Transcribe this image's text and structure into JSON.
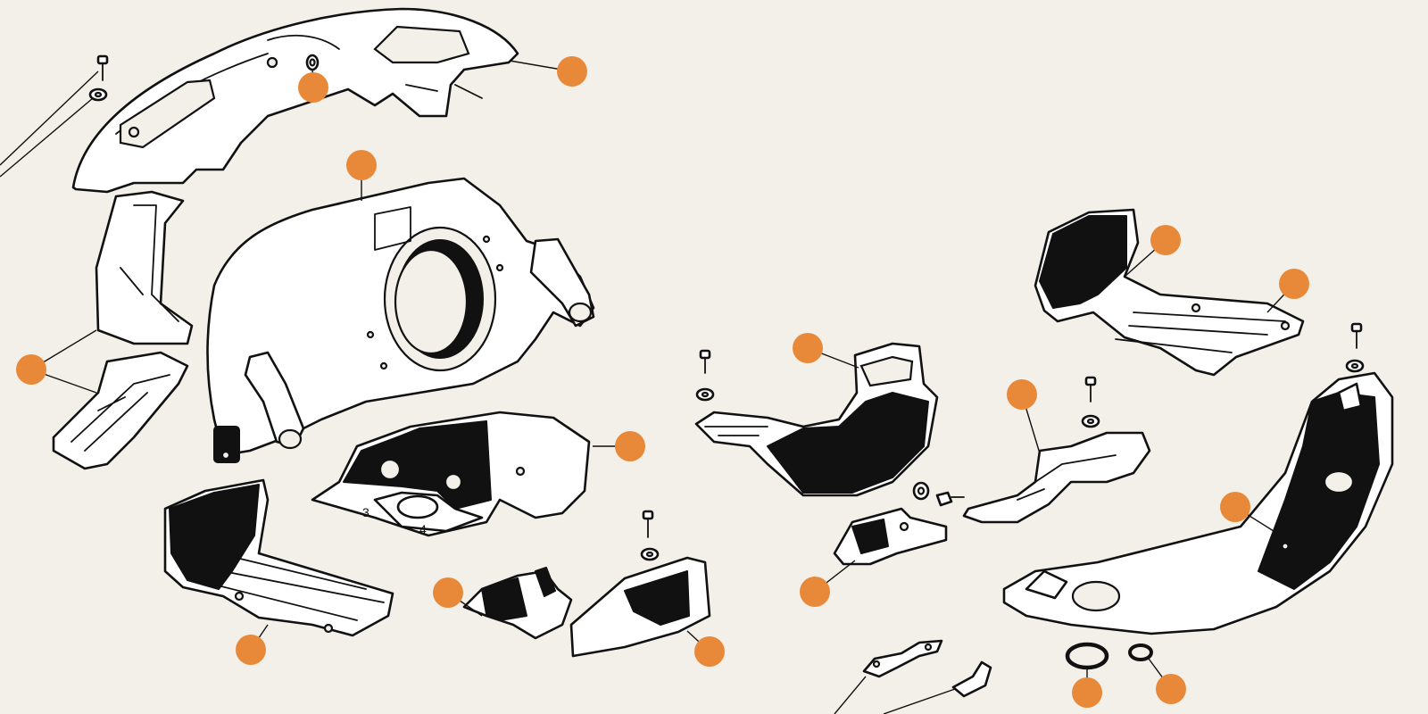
{
  "diagram": {
    "colors": {
      "background": "#f3efe9",
      "callout": "#e8893a",
      "line": "#111111",
      "part_fill": "#ffffff"
    },
    "callouts": [
      {
        "id": "upper-fan-shroud-cover"
      },
      {
        "id": "upper-cover-nut"
      },
      {
        "id": "fan-housing"
      },
      {
        "id": "heater-flap-bracket"
      },
      {
        "id": "cylinder-cover-left"
      },
      {
        "id": "thermostat-flap-housing"
      },
      {
        "id": "air-deflector-plate-left"
      },
      {
        "id": "oil-cooler-cover-small"
      },
      {
        "id": "front-cover-plate"
      },
      {
        "id": "cylinder-shroud-right"
      },
      {
        "id": "air-deflector-right"
      },
      {
        "id": "intake-shroud"
      },
      {
        "id": "preheat-bracket"
      },
      {
        "id": "lower-deflector-right"
      },
      {
        "id": "rear-engine-tin"
      },
      {
        "id": "seal-ring"
      },
      {
        "id": "gasket-ring"
      }
    ],
    "icons": [
      "screw-icon",
      "washer-icon",
      "sealing-ring-icon",
      "gasket-icon",
      "callout-dot-icon"
    ]
  }
}
